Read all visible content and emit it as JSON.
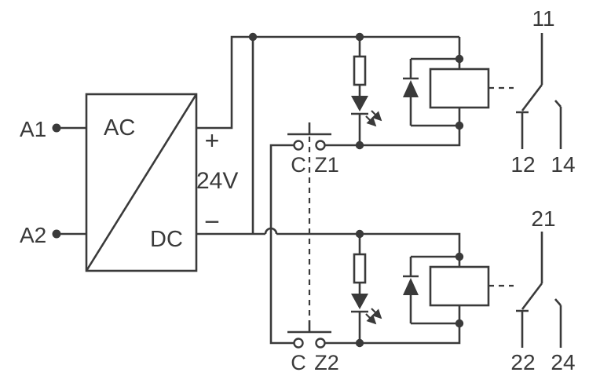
{
  "colors": {
    "ink": "#3a3a3a",
    "background": "#ffffff"
  },
  "converter": {
    "ac": "AC",
    "dc": "DC",
    "plus": "+",
    "voltage": "24V",
    "minus": "−"
  },
  "terminals": {
    "a1": "A1",
    "a2": "A2"
  },
  "channel1": {
    "common": "C",
    "input": "Z1",
    "contact": {
      "com": "11",
      "nc": "12",
      "no": "14"
    }
  },
  "channel2": {
    "common": "C",
    "input": "Z2",
    "contact": {
      "com": "21",
      "nc": "22",
      "no": "24"
    }
  }
}
